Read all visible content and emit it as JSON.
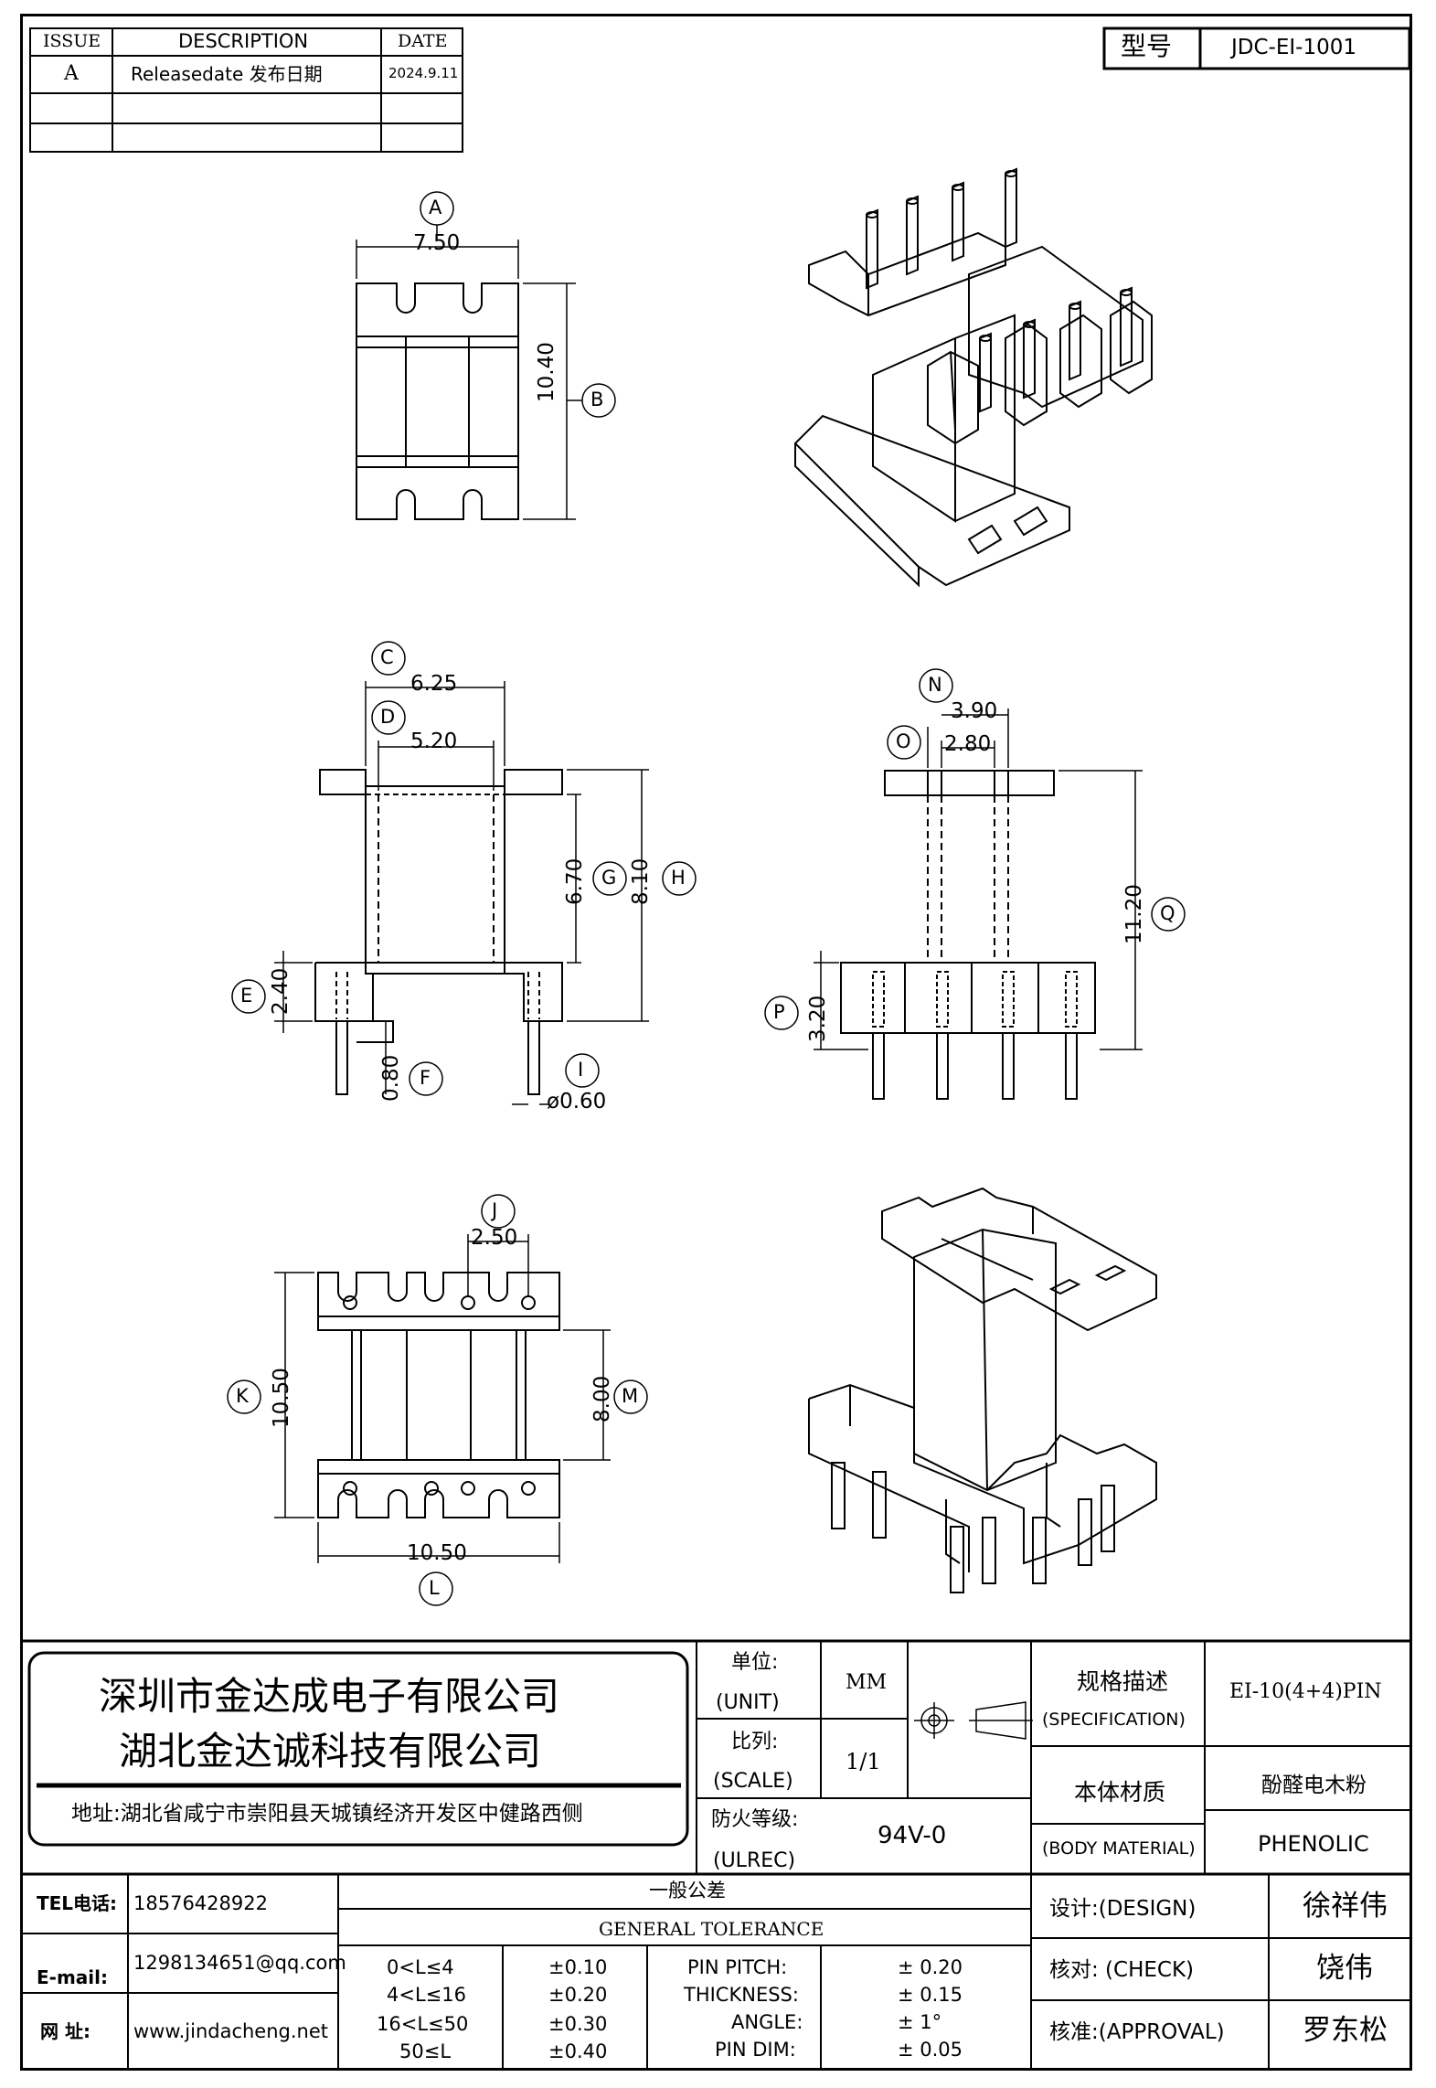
{
  "revision": {
    "headers": [
      "ISSUE",
      "DESCRIPTION",
      "DATE"
    ],
    "rows": [
      {
        "issue": "A",
        "description": "Releasedate 发布日期",
        "date": "2024.9.11"
      },
      {
        "issue": "",
        "description": "",
        "date": ""
      },
      {
        "issue": "",
        "description": "",
        "date": ""
      }
    ]
  },
  "model": {
    "label": "型号",
    "value": "JDC-EI-1001"
  },
  "top_view": {
    "letters": [
      "A",
      "B"
    ],
    "dims": [
      "7.50",
      "10.40"
    ]
  },
  "front_view": {
    "letters": [
      "C",
      "D",
      "G",
      "H",
      "E",
      "F",
      "I"
    ],
    "dims": [
      "6.25",
      "5.20",
      "6.70",
      "8.10",
      "2.40",
      "0.80",
      "ø0.60"
    ]
  },
  "side_view": {
    "letters": [
      "N",
      "O",
      "Q",
      "P"
    ],
    "dims": [
      "3.90",
      "2.80",
      "11.20",
      "3.20"
    ]
  },
  "bottom_view": {
    "letters": [
      "J",
      "K",
      "M",
      "L"
    ],
    "dims": [
      "2.50",
      "10.50",
      "8.00",
      "10.50"
    ]
  },
  "company": {
    "name1": "深圳市金达成电子有限公司",
    "name2": "湖北金达诚科技有限公司",
    "address": "地址:湖北省咸宁市崇阳县天城镇经济开发区中健路西侧"
  },
  "spec": {
    "unit_cn": "单位:",
    "unit_en": "(UNIT)",
    "unit_value": "MM",
    "scale_cn": "比列:",
    "scale_en": "(SCALE)",
    "scale_value": "1/1",
    "ul_cn": "防火等级:",
    "ul_en": "(ULREC)",
    "ul_value": "94V-0",
    "spec_cn": "规格描述",
    "spec_en": "(SPECIFICATION)",
    "spec_value": "EI-10(4+4)PIN",
    "material_cn": "本体材质",
    "material_en": "(BODY MATERIAL)",
    "material_value_cn": "酚醛电木粉",
    "material_value_en": "PHENOLIC"
  },
  "contact": {
    "tel_label": "TEL电话:",
    "tel": "18576428922",
    "email_label": "E-mail:",
    "email": "1298134651@qq.com",
    "web_label": "网   址:",
    "web": "www.jindacheng.net"
  },
  "tolerance": {
    "title_cn": "一般公差",
    "title_en": "GENERAL  TOLERANCE",
    "ranges": [
      "0<L≤4",
      "4<L≤16",
      "16<L≤50",
      "50≤L"
    ],
    "values": [
      "±0.10",
      "±0.20",
      "±0.30",
      "±0.40"
    ],
    "items": [
      "PIN PITCH:",
      "THICKNESS:",
      "ANGLE:",
      "PIN DIM:"
    ],
    "item_values": [
      "± 0.20",
      "± 0.15",
      "± 1°",
      "± 0.05"
    ]
  },
  "approval": {
    "design_label": "设计:(DESIGN)",
    "design_name": "徐祥伟",
    "check_label": "核对: (CHECK)",
    "check_name": "饶伟",
    "approval_label": "核准:(APPROVAL)",
    "approval_name": "罗东松"
  }
}
